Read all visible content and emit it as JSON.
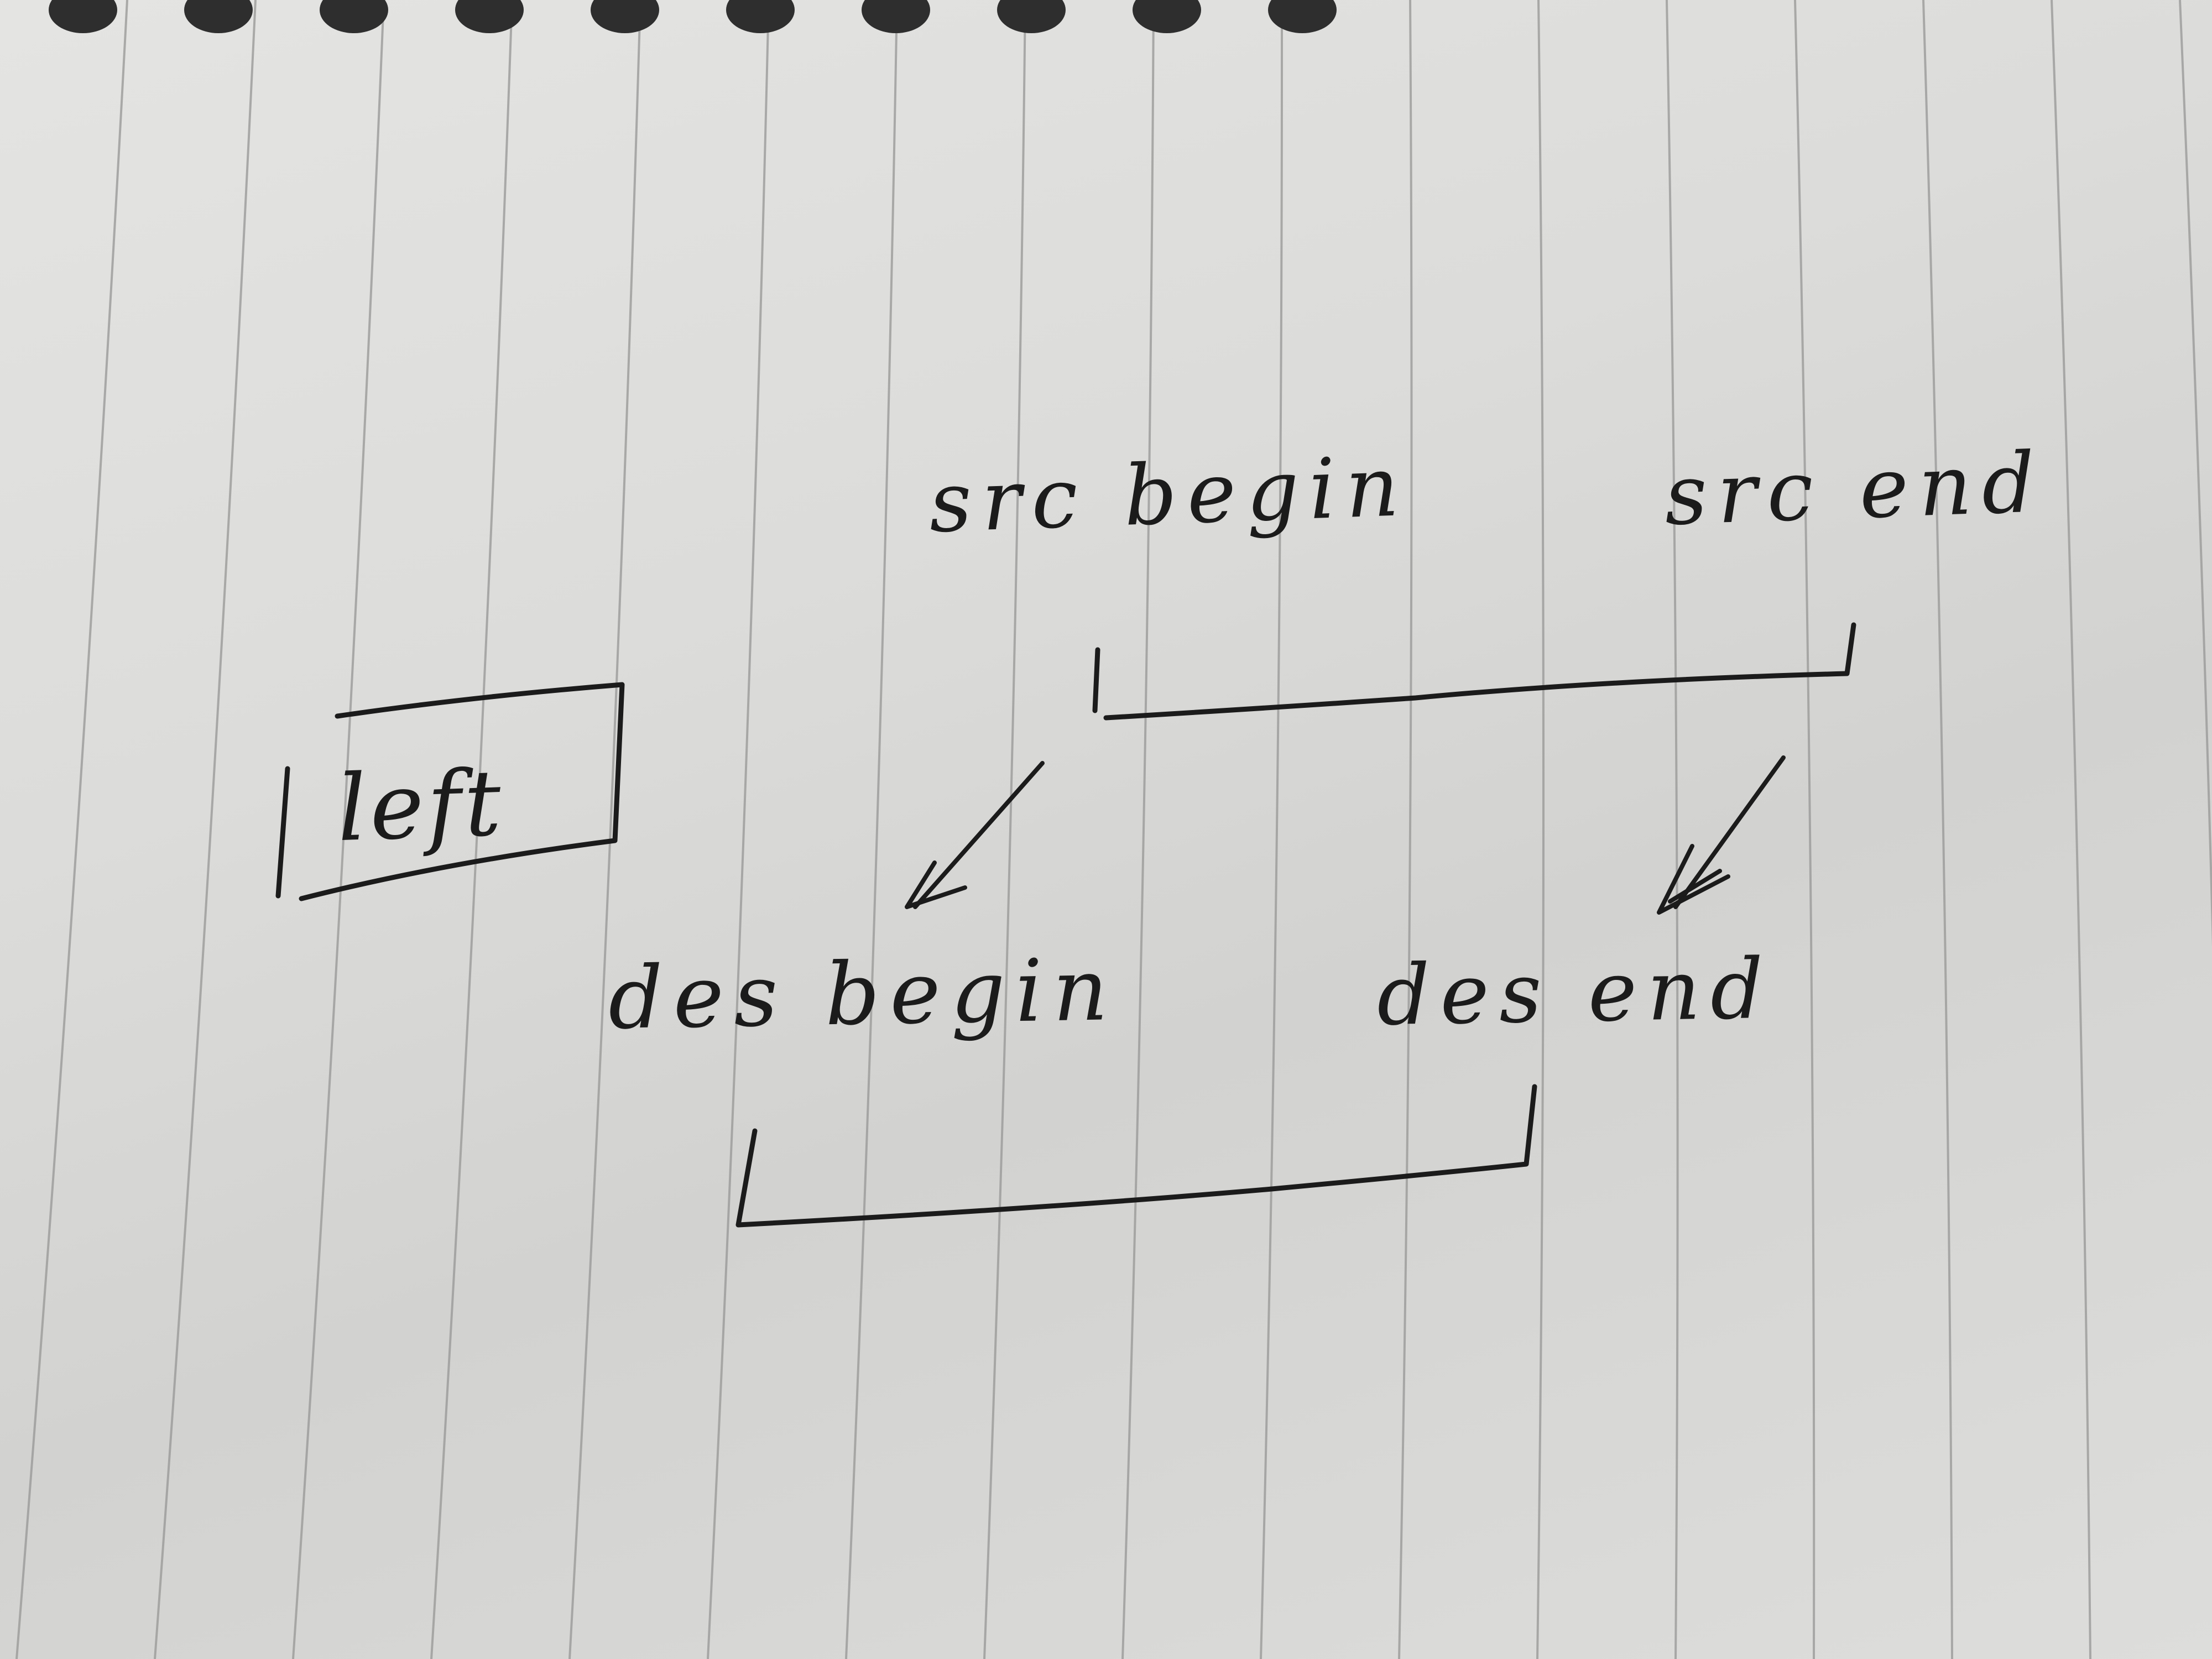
{
  "notebook": {
    "ruling": "vertical-lines",
    "ink_color": "#1b1b1b",
    "paper_color": "#e1e1df",
    "line_color": "#9a9a98",
    "spiral_color": "#2e2e2e"
  },
  "labels": {
    "src_begin": "src begin",
    "src_end": "src end",
    "des_begin": "des begin",
    "des_end": "des end",
    "left": "left"
  },
  "icons": {
    "arrow_left": "arrow-down-left-icon",
    "arrow_right": "arrow-down-left-icon"
  }
}
